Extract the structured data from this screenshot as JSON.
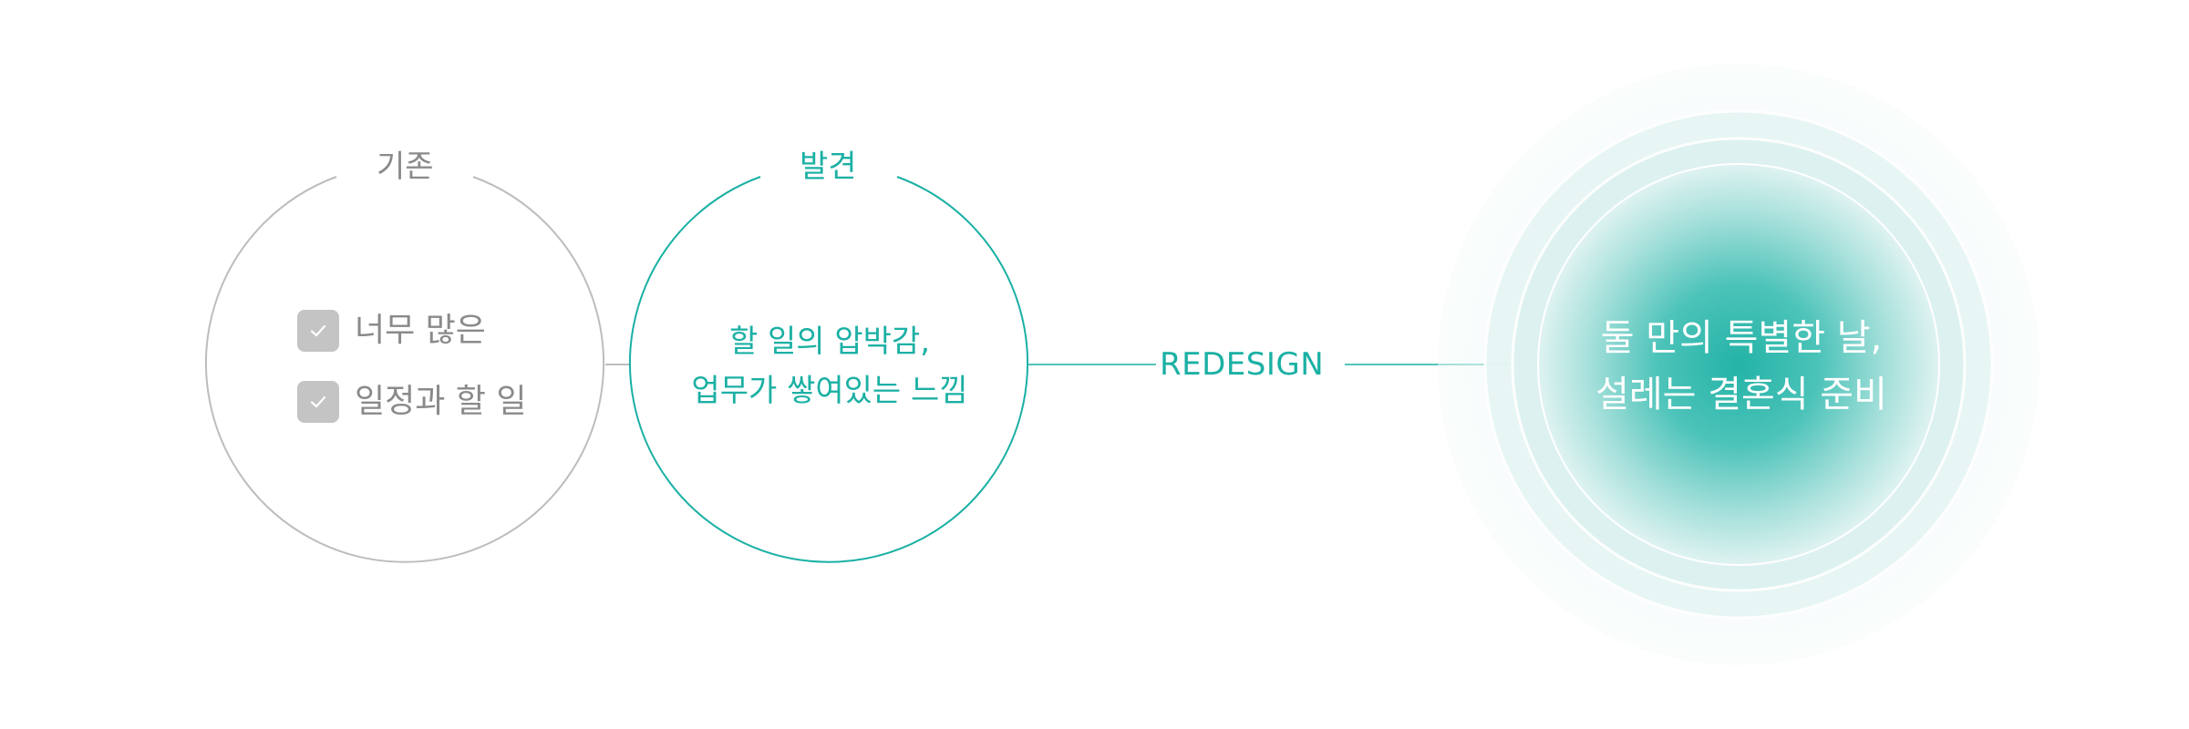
{
  "colors": {
    "teal": "#1bb0a4",
    "gray_text": "#8a8a8a",
    "gray_line": "#bdbdbd",
    "checkbox_fill": "#c4c4c4",
    "glow_center": "#2bb8ad"
  },
  "existing": {
    "title": "기존",
    "items": [
      {
        "label": "너무 많은",
        "icon": "checkbox-checked-icon"
      },
      {
        "label": "일정과 할 일",
        "icon": "checkbox-checked-icon"
      }
    ]
  },
  "discovery": {
    "title": "발견",
    "lines": [
      "할 일의 압박감,",
      "업무가 쌓여있는 느낌"
    ]
  },
  "redesign": {
    "label": "REDESIGN"
  },
  "result": {
    "lines": [
      "둘 만의 특별한 날,",
      "설레는 결혼식 준비"
    ]
  }
}
